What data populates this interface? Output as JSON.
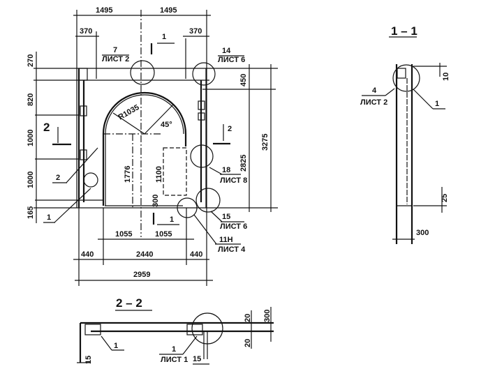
{
  "elevation": {
    "top_dims": [
      "1495",
      "1495"
    ],
    "side_dims": [
      "370",
      "370"
    ],
    "left_dims": [
      "270",
      "820",
      "1000",
      "1000",
      "165"
    ],
    "right_dims": [
      "450",
      "2825",
      "3275"
    ],
    "inner_dims": [
      "1776",
      "1100",
      "300"
    ],
    "radius_label": "R1035",
    "angle_label": "45°",
    "bottom_dims_row1": [
      "1055",
      "1055"
    ],
    "bottom_dims_row2": [
      "440",
      "2440",
      "440"
    ],
    "bottom_dim_total": "2959",
    "section_marks": [
      "1",
      "1",
      "2",
      "2"
    ],
    "callouts": [
      {
        "num": "7",
        "sheet": "ЛИСТ 2"
      },
      {
        "num": "14",
        "sheet": "ЛИСТ 6"
      },
      {
        "num": "18",
        "sheet": "ЛИСТ 8"
      },
      {
        "num": "15",
        "sheet": "ЛИСТ 6"
      },
      {
        "num": "11Н",
        "sheet": "ЛИСТ 4"
      },
      {
        "num": "2",
        "sheet": ""
      },
      {
        "num": "1",
        "sheet": ""
      }
    ]
  },
  "section_1": {
    "title": "1 – 1",
    "dims": [
      "10",
      "25",
      "300"
    ],
    "callouts": [
      {
        "num": "4",
        "sheet": "ЛИСТ 2"
      },
      {
        "num": "1",
        "sheet": ""
      }
    ]
  },
  "section_2": {
    "title": "2 – 2",
    "dims": [
      "20",
      "300",
      "20",
      "15",
      "15"
    ],
    "callouts": [
      {
        "num": "1",
        "sheet": ""
      },
      {
        "num": "1",
        "sheet": "ЛИСТ 1"
      }
    ]
  }
}
